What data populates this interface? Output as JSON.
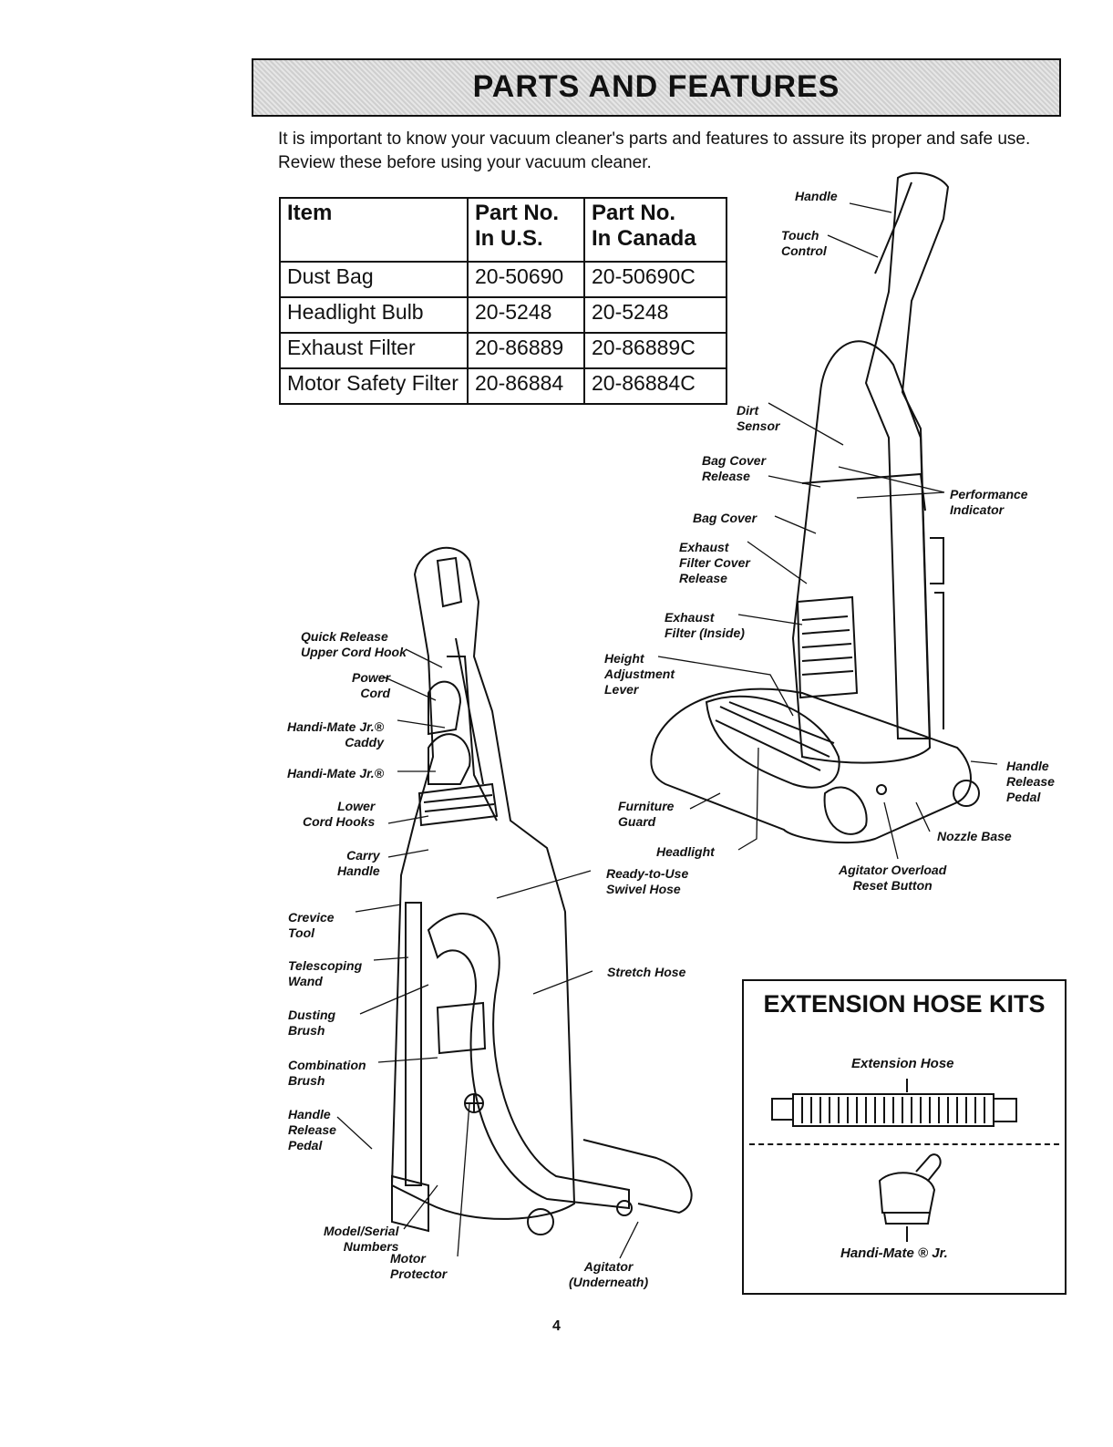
{
  "banner": {
    "title": "PARTS AND FEATURES"
  },
  "intro": {
    "text": "It is important to know your vacuum cleaner's parts and features to assure its proper and safe use. Review these before using your vacuum cleaner."
  },
  "parts_table": {
    "headers": {
      "item": "Item",
      "us": "Part No.\nIn U.S.",
      "canada": "Part No.\nIn Canada"
    },
    "rows": [
      {
        "item": "Dust Bag",
        "us": "20-50690",
        "canada": "20-50690C"
      },
      {
        "item": "Headlight Bulb",
        "us": "20-5248",
        "canada": "20-5248"
      },
      {
        "item": "Exhaust Filter",
        "us": "20-86889",
        "canada": "20-86889C"
      },
      {
        "item": "Motor Safety Filter",
        "us": "20-86884",
        "canada": "20-86884C"
      }
    ]
  },
  "labels": {
    "handle": "Handle",
    "touch_control": "Touch\nControl",
    "dirt_sensor": "Dirt\nSensor",
    "bag_cover_release": "Bag Cover\nRelease",
    "performance_indicator": "Performance\nIndicator",
    "bag_cover": "Bag Cover",
    "exhaust_filter_cover_release": "Exhaust\nFilter Cover\nRelease",
    "exhaust_filter_inside": "Exhaust\nFilter (Inside)",
    "height_adjustment_lever": "Height\nAdjustment\nLever",
    "handle_release_pedal_right": "Handle\nRelease\nPedal",
    "furniture_guard": "Furniture\nGuard",
    "headlight": "Headlight",
    "nozzle_base": "Nozzle Base",
    "agitator_overload_reset_button": "Agitator Overload\nReset Button",
    "ready_to_use_swivel_hose": "Ready-to-Use\nSwivel Hose",
    "quick_release_upper_cord_hook": "Quick Release\nUpper Cord Hook",
    "power_cord": "Power\nCord",
    "handi_mate_caddy": "Handi-Mate Jr.®\nCaddy",
    "handi_mate": "Handi-Mate Jr.®",
    "lower_cord_hooks": "Lower\nCord Hooks",
    "carry_handle": "Carry\nHandle",
    "crevice_tool": "Crevice\nTool",
    "telescoping_wand": "Telescoping\nWand",
    "dusting_brush": "Dusting\nBrush",
    "combination_brush": "Combination\nBrush",
    "handle_release_pedal_left": "Handle\nRelease\nPedal",
    "stretch_hose": "Stretch Hose",
    "model_serial_numbers": "Model/Serial\nNumbers",
    "motor_protector": "Motor\nProtector",
    "agitator_underneath": "Agitator\n(Underneath)"
  },
  "extension_kits": {
    "title": "EXTENSION HOSE KITS",
    "extension_hose": "Extension Hose",
    "handi_mate_jr": "Handi-Mate ® Jr."
  },
  "page_number": "4"
}
